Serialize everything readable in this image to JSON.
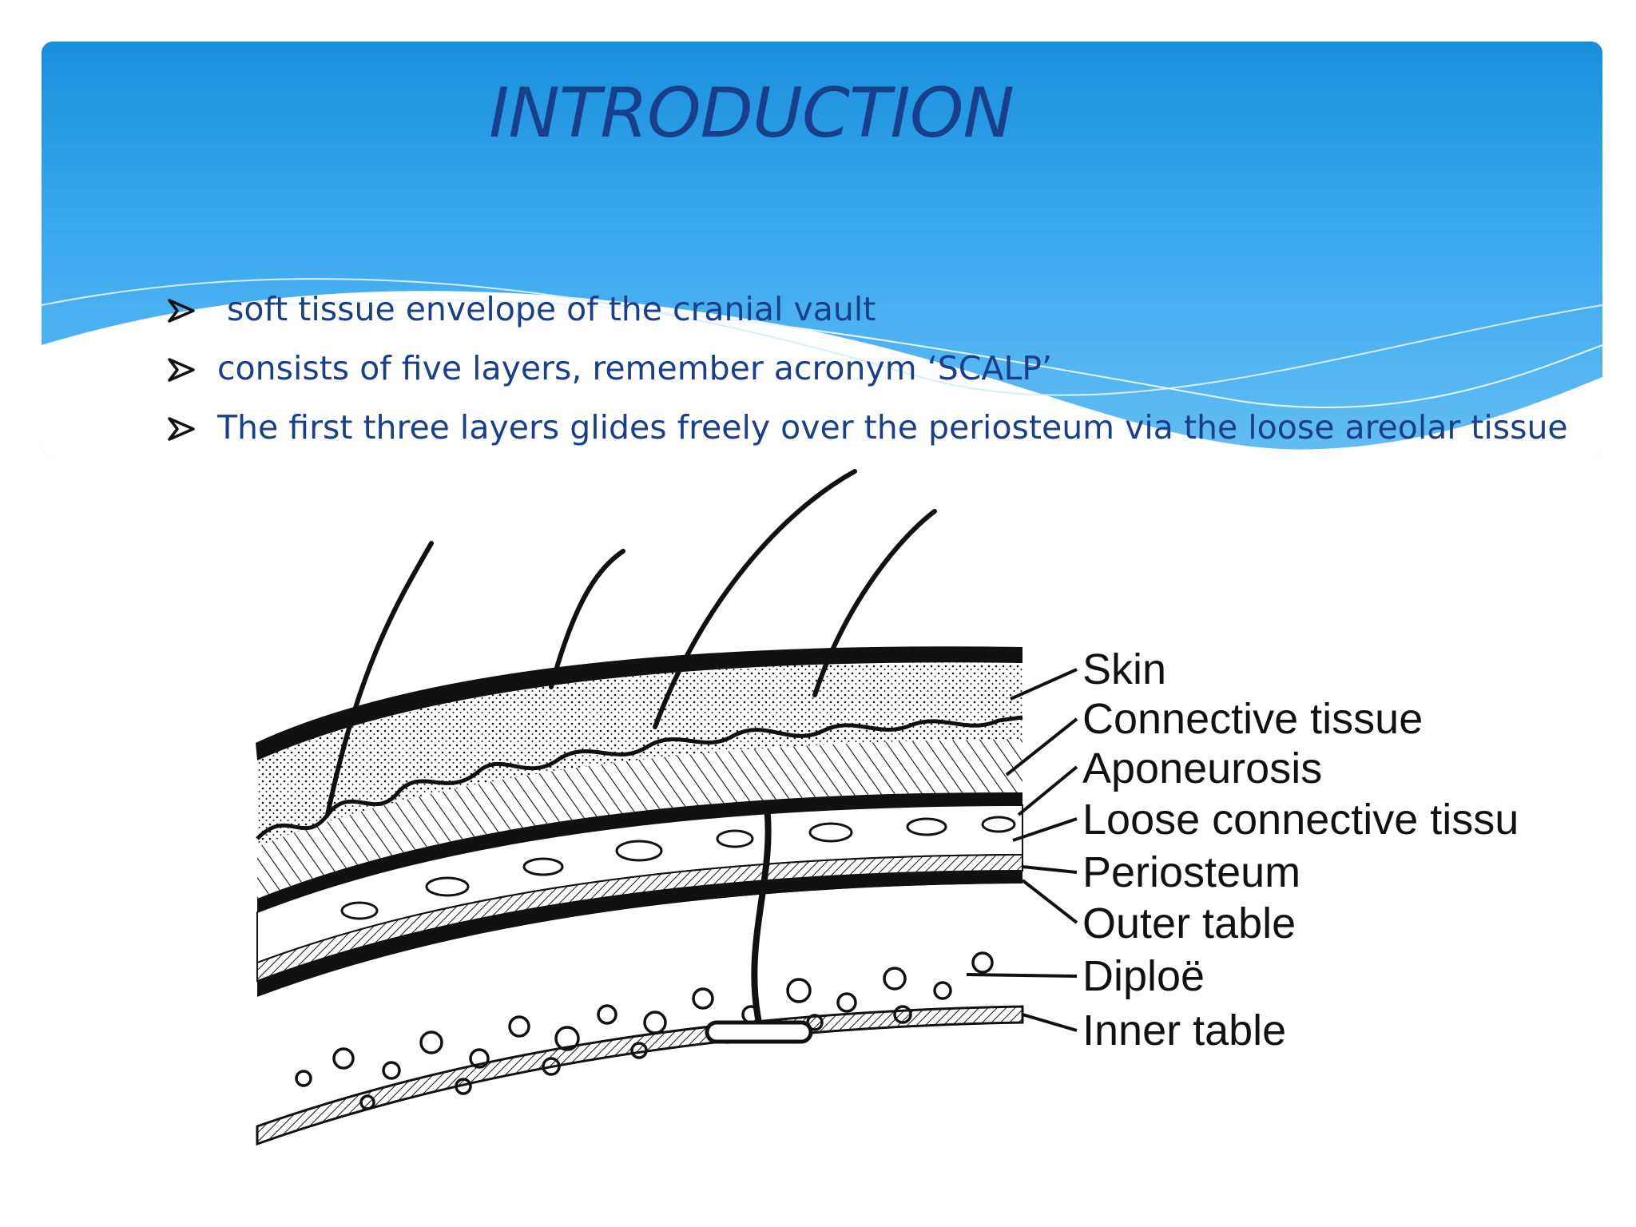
{
  "slide": {
    "title": "INTRODUCTION",
    "bullets": [
      "soft tissue envelope of the cranial vault",
      "consists of five layers, remember acronym ‘SCALP’",
      "The first three layers glides freely over the periosteum via the loose areolar tissue"
    ]
  },
  "diagram": {
    "labels": [
      "Skin",
      "Connective tissue",
      "Aponeurosis",
      "Loose connective tissue",
      "Periosteum",
      "Outer table",
      "Diploë",
      "Inner table"
    ]
  },
  "colors": {
    "header_blue": "#2a9be6",
    "title_navy": "#1a3f8a",
    "bullet_marker": "#111111"
  },
  "icons": {
    "bullet_marker": "arrow-bullet-icon"
  }
}
